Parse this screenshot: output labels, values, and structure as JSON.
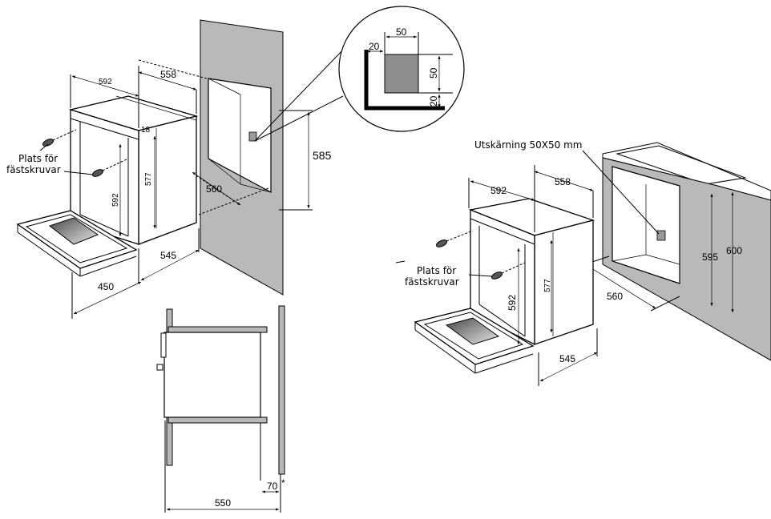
{
  "diagram": {
    "left_install": {
      "dims": {
        "oven_width": "592",
        "oven_depth": "558",
        "panel_thickness": "18",
        "oven_height": "577",
        "door_height": "592",
        "niche_height": "585",
        "niche_depth": "560",
        "oven_depth_lower": "545",
        "door_open_depth": "450"
      },
      "screw_label_line1": "Plats för",
      "screw_label_line2": "fästskruvar"
    },
    "inset_detail": {
      "dim_top": "50",
      "dim_left": "20",
      "dim_right": "50",
      "dim_bottom": "20"
    },
    "side_section": {
      "depth": "550",
      "gap": "70",
      "asterisk": "*"
    },
    "right_install": {
      "cutout_label": "Utskärning 50X50 mm",
      "dims": {
        "oven_width": "592",
        "oven_depth": "558",
        "oven_height": "577",
        "door_height": "592",
        "niche_height": "595",
        "cabinet_height": "600",
        "niche_depth": "560",
        "oven_depth_lower": "545"
      },
      "screw_label_line1": "Plats för",
      "screw_label_line2": "fästskruvar"
    }
  }
}
